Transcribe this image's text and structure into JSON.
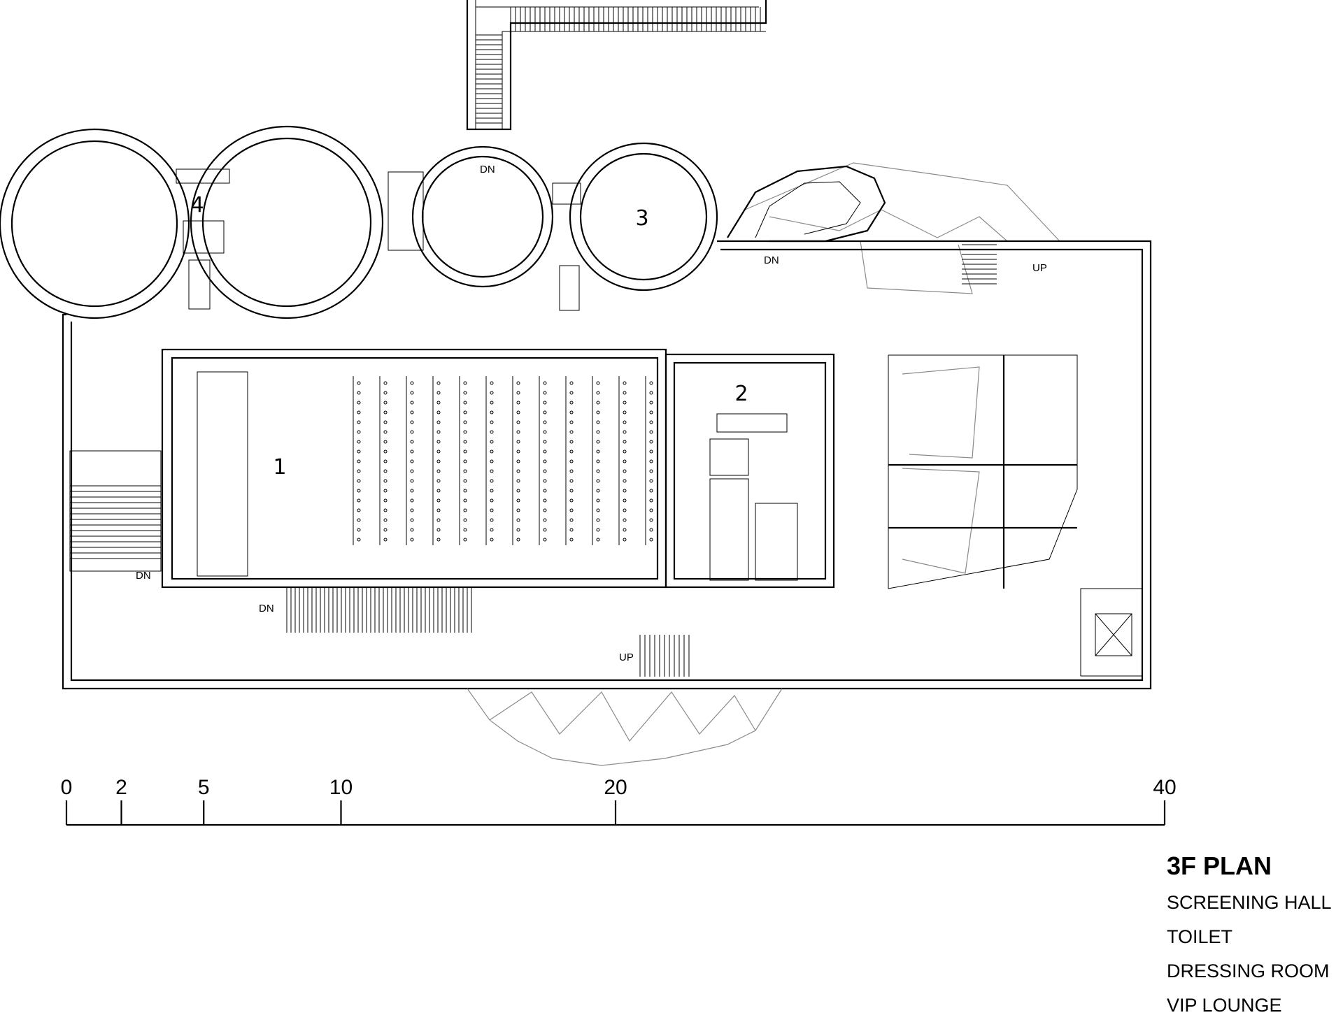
{
  "rooms": {
    "r1": "1",
    "r2": "2",
    "r3": "3",
    "r4": "4"
  },
  "stairs": {
    "dn_top": "DN",
    "dn_east": "DN",
    "up_east": "UP",
    "dn_west": "DN",
    "dn_south": "DN",
    "up_south": "UP"
  },
  "scale": {
    "ticks": [
      "0",
      "2",
      "5",
      "10",
      "20",
      "40"
    ]
  },
  "legend": {
    "title": "3F PLAN",
    "items": [
      "SCREENING HALL",
      "TOILET",
      "DRESSING ROOM",
      "VIP LOUNGE"
    ]
  }
}
